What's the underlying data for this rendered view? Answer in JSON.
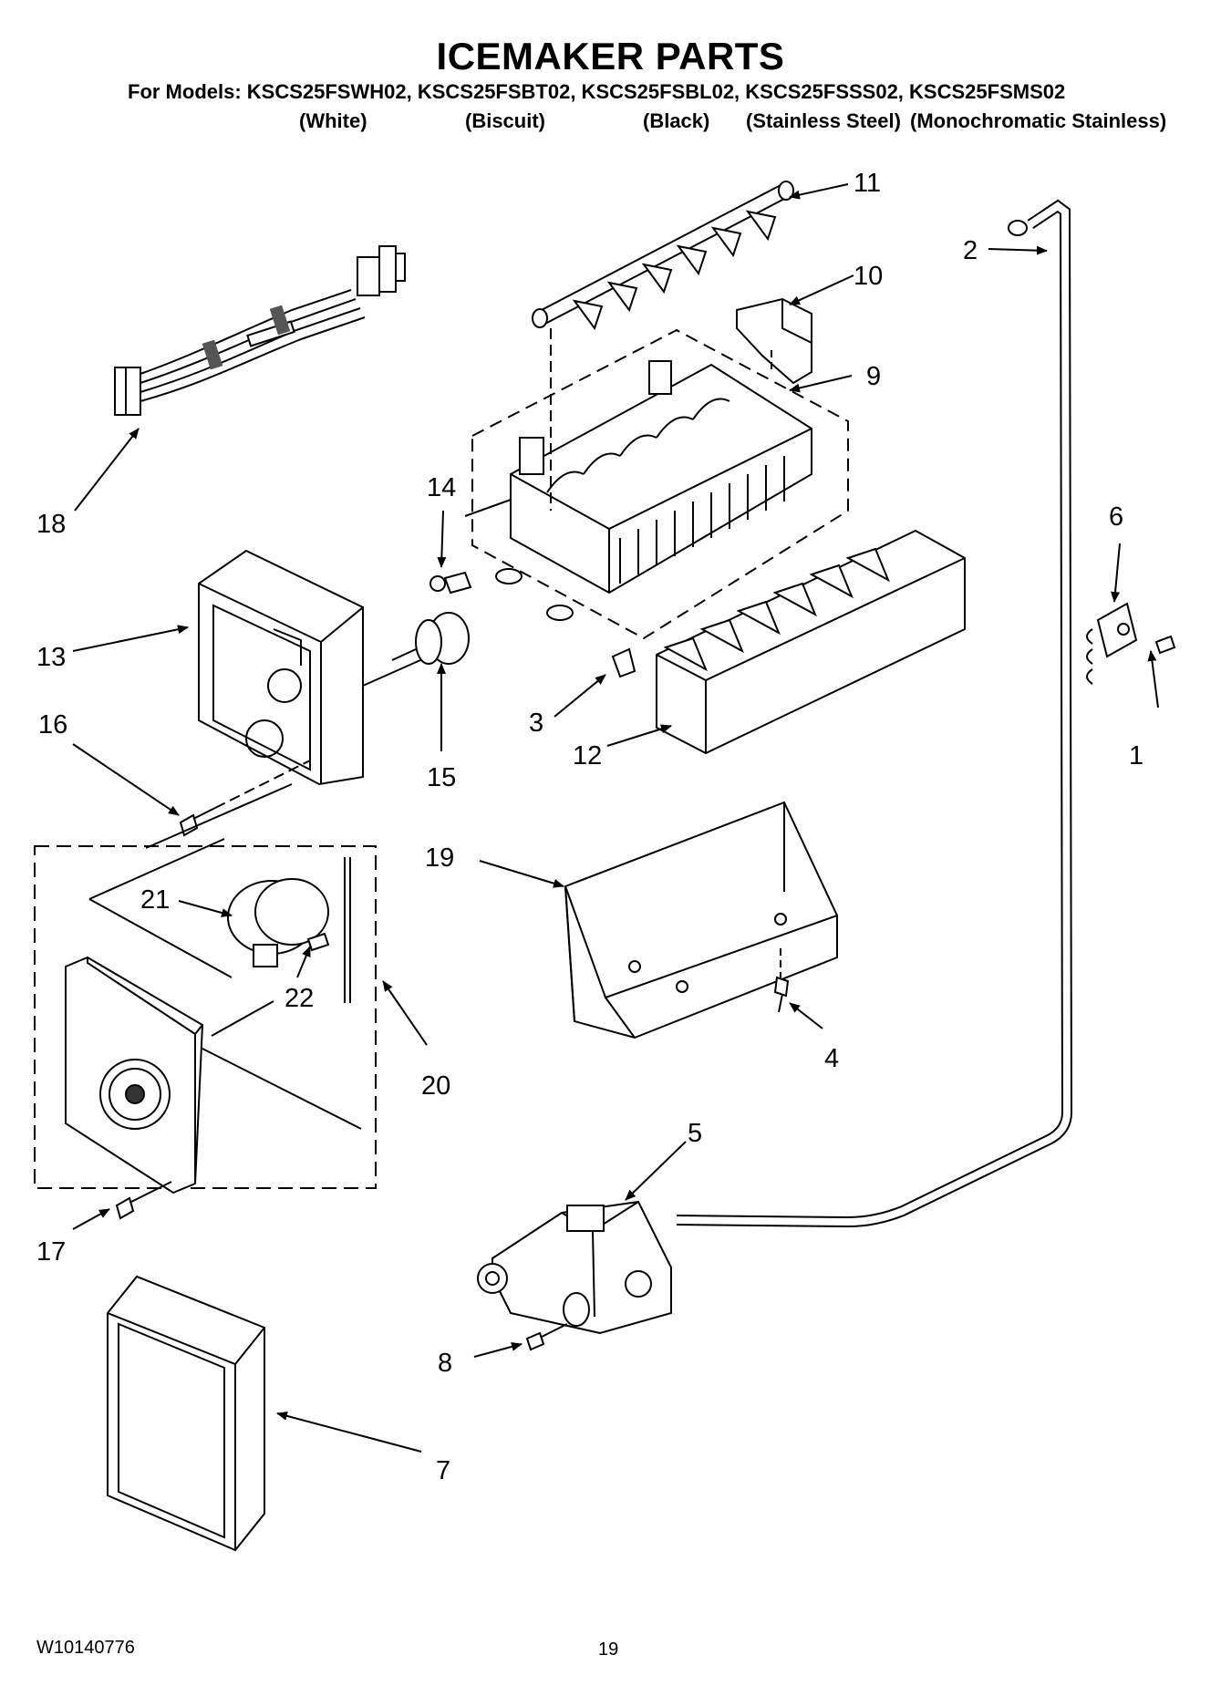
{
  "header": {
    "title": "ICEMAKER PARTS",
    "models": "For Models: KSCS25FSWH02, KSCS25FSBT02, KSCS25FSBL02, KSCS25FSSS02, KSCS25FSMS02",
    "colors": [
      "(White)",
      "(Biscuit)",
      "(Black)",
      "(Stainless Steel)",
      "(Monochromatic Stainless)"
    ]
  },
  "callouts": [
    "1",
    "2",
    "3",
    "4",
    "5",
    "6",
    "7",
    "8",
    "9",
    "10",
    "11",
    "12",
    "13",
    "14",
    "15",
    "16",
    "17",
    "18",
    "19",
    "20",
    "21",
    "22"
  ],
  "footer": {
    "doc_number": "W10140776",
    "page_number": "19"
  }
}
